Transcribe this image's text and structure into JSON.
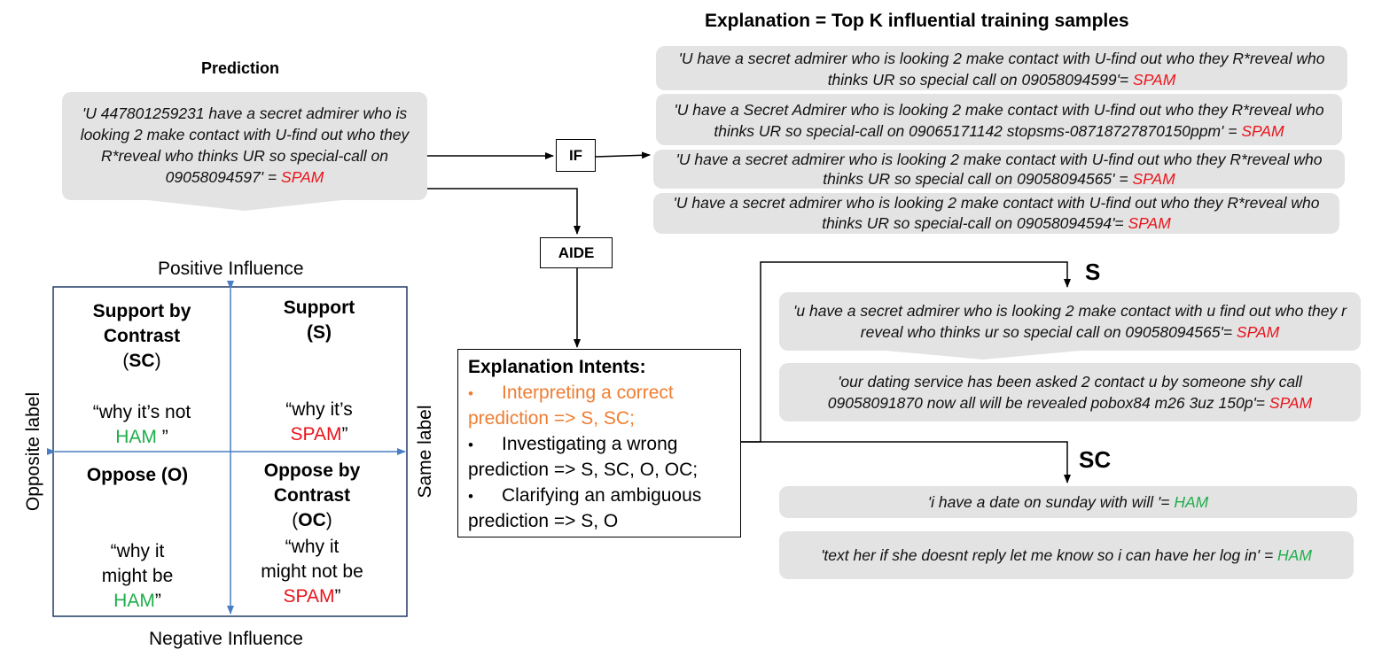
{
  "explanation_title": "Explanation = Top K influential training samples",
  "prediction": {
    "title": "Prediction",
    "text": "'U 447801259231 have a secret admirer who is looking 2 make contact with U-find out who they R*reveal who thinks UR so special-call on 09058094597'  = ",
    "label": "SPAM"
  },
  "if_label": "IF",
  "aide_label": "AIDE",
  "if_samples": [
    {
      "text": "'U have a secret admirer who is looking 2 make contact with U-find out who they R*reveal who thinks UR so special call on 09058094599'= ",
      "label": "SPAM"
    },
    {
      "text": "'U have a Secret Admirer who is looking 2 make contact with U-find out who they R*reveal who thinks UR so special-call on 09065171142 stopsms-08718727870150ppm' = ",
      "label": "SPAM"
    },
    {
      "text": "'U have a secret admirer who is looking 2 make contact with U-find out who they R*reveal who thinks UR so special call on 09058094565' = ",
      "label": "SPAM"
    },
    {
      "text": "'U have a secret admirer who is looking 2 make contact with U-find out who they R*reveal who thinks UR so special-call on 09058094594'= ",
      "label": "SPAM"
    }
  ],
  "quadrant": {
    "top_label": "Positive Influence",
    "bottom_label": "Negative Influence",
    "left_label": "Opposite label",
    "right_label": "Same label",
    "sc": {
      "title1": "Support by",
      "title2": "Contrast",
      "abbr_open": "(",
      "abbr": "SC",
      "abbr_close": ")",
      "quote1": "“why it’s not",
      "quote_label": "HAM",
      "quote_end": " ”"
    },
    "s": {
      "title1": "Support",
      "title2": "(S)",
      "quote1": "“why it’s",
      "quote_label": "SPAM",
      "quote_end": "”"
    },
    "o": {
      "title": "Oppose (O)",
      "quote1": "“why it",
      "quote2": "might be",
      "quote_label": "HAM",
      "quote_end": "”"
    },
    "oc": {
      "title1": "Oppose by",
      "title2": "Contrast",
      "abbr_open": "(",
      "abbr": "OC",
      "abbr_close": ")",
      "quote1": "“why it",
      "quote2": "might not be",
      "quote_label": "SPAM",
      "quote_end": "”"
    }
  },
  "intents": {
    "title": "Explanation Intents:",
    "items": [
      {
        "bullet": "•",
        "line1": "Interpreting a correct",
        "line2": "prediction => S, SC;"
      },
      {
        "bullet": "•",
        "line1": "Investigating a wrong",
        "line2": "prediction => S, SC, O, OC;"
      },
      {
        "bullet": "•",
        "line1": "Clarifying an ambiguous",
        "line2": "prediction => S, O"
      }
    ]
  },
  "s_group": {
    "label": "S",
    "samples": [
      {
        "text": "'u have a secret admirer who is looking 2 make contact with u find out who they r reveal who thinks ur so special call on 09058094565'= ",
        "label": "SPAM"
      },
      {
        "text": "'our dating service has been asked 2 contact u by someone shy  call 09058091870 now all will be revealed  pobox84  m26 3uz 150p'= ",
        "label": "SPAM"
      }
    ]
  },
  "sc_group": {
    "label": "SC",
    "samples": [
      {
        "text": "'i have a date on sunday with will  '= ",
        "label": "HAM"
      },
      {
        "text": "'text her  if she doesnt reply let me know so i can have her log in' = ",
        "label": "HAM"
      }
    ]
  },
  "colors": {
    "spam": "#e8141b",
    "ham": "#1fae4b",
    "intent_highlight": "#ef7d31",
    "axis": "#4a7ec4",
    "frame": "#1f3864",
    "bubble": "#e3e3e3"
  }
}
